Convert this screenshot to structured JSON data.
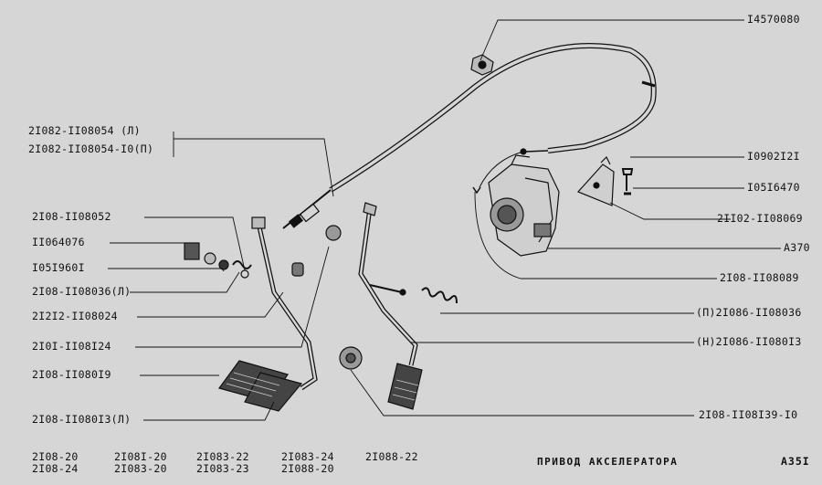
{
  "title": "ПРИВОД АКСЕЛЕРАТОРА",
  "page_id": "A35I",
  "colors": {
    "background": "#d6d6d6",
    "ink": "#111111"
  },
  "models": [
    [
      "2I08-20",
      "2I08-24"
    ],
    [
      "2I08I-20",
      "2I083-20"
    ],
    [
      "2I083-22",
      "2I083-23"
    ],
    [
      "2I083-24",
      "2I088-20"
    ],
    [
      "2I088-22"
    ]
  ],
  "labels": {
    "l1": "2I082-II08054    (Л)",
    "l2": "2I082-II08054-I0(П)",
    "l3": "2I08-II08052",
    "l4": "II064076",
    "l5": "I05I960I",
    "l6": "2I08-II08036(Л)",
    "l7": "2I2I2-II08024",
    "l8": "2I0I-II08I24",
    "l9": "2I08-II080I9",
    "l10": "2I08-II080I3(Л)",
    "r1": "I4570080",
    "r2": "I0902I2I",
    "r3": "I05I6470",
    "r4": "2II02-II08069",
    "r5": "A370",
    "r6": "2I08-II08089",
    "r7": "(П)2I086-II08036",
    "r8": "(Н)2I086-II080I3",
    "r9": "2I08-II08I39-I0"
  }
}
